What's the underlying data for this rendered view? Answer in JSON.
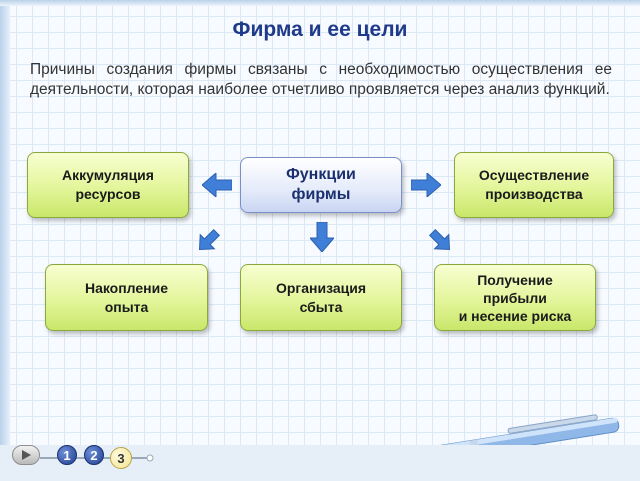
{
  "title": "Фирма и ее цели",
  "intro": "Причины создания фирмы связаны с необходимостью осуществления ее деятельности, которая наиболее отчетливо проявляется через анализ функций.",
  "diagram": {
    "center": "Функции\nфирмы",
    "nodes": [
      "Аккумуляция\nресурсов",
      "Осуществление\nпроизводства",
      "Накопление\nопыта",
      "Организация\nсбыта",
      "Получение\nприбыли\nи несение риска"
    ]
  },
  "nav": {
    "pages": [
      "1",
      "2",
      "3"
    ],
    "current": "3"
  },
  "colors": {
    "title": "#1f3a8a",
    "node_fill": "#e3f59a",
    "center_fill": "#e4ebfa",
    "arrow": "#3f7fd8"
  }
}
